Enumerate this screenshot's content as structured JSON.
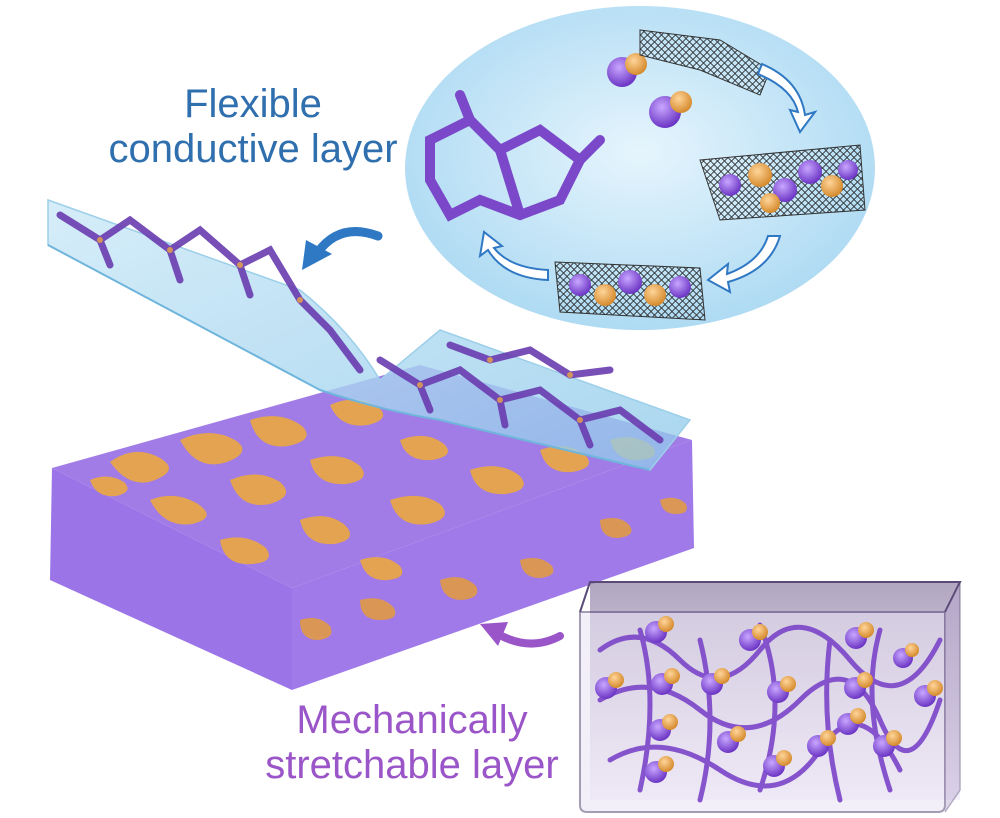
{
  "labels": {
    "top": {
      "line1": "Flexible",
      "line2": "conductive layer"
    },
    "bottom": {
      "line1": "Mechanically",
      "line2": "stretchable layer"
    }
  },
  "colors": {
    "top_label": "#2f6fae",
    "bottom_label": "#9a55c8",
    "purple": "#9a6ae0",
    "purple_dark": "#6a3cb0",
    "orange": "#e3a04e",
    "sky": "#bfe3f7",
    "arrow_blue": "#2f78c4",
    "arrow_purple": "#9a55c8",
    "mesh": "#222222"
  },
  "icons": {
    "top_arrow": "curved-arrow-down-left-icon",
    "bottom_arrow": "curved-arrow-left-icon",
    "cycle_arrows": "cycle-arrow-icon"
  }
}
